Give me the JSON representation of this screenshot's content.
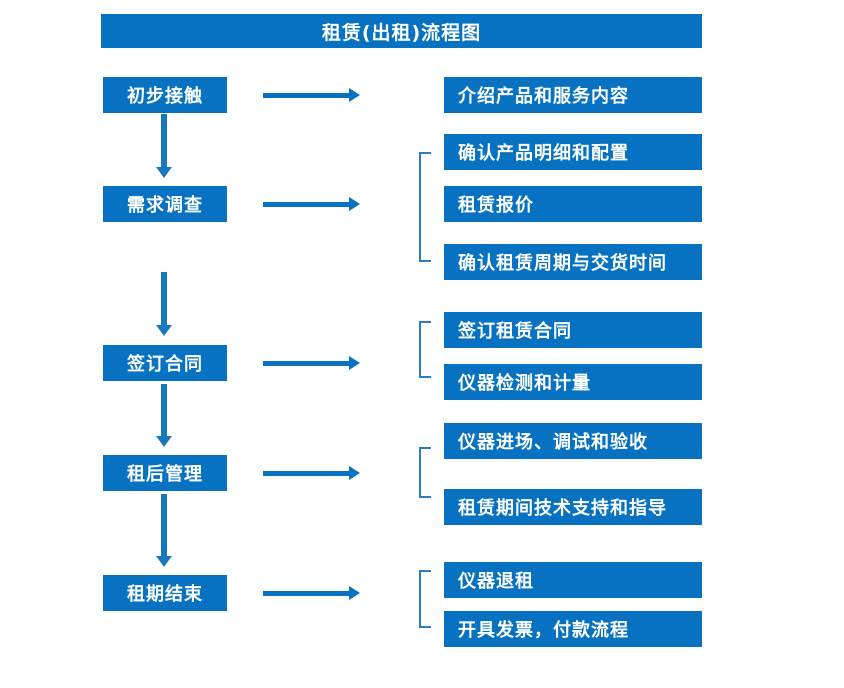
{
  "diagram": {
    "title": "租赁(出租)流程图",
    "accent_color": "#0672C1",
    "bracket_color": "#2E7CC0",
    "arrow_color": "#1878BE",
    "stages": [
      {
        "id": "stage-1",
        "label": "初步接触"
      },
      {
        "id": "stage-2",
        "label": "需求调查"
      },
      {
        "id": "stage-3",
        "label": "签订合同"
      },
      {
        "id": "stage-4",
        "label": "租后管理"
      },
      {
        "id": "stage-5",
        "label": "租期结束"
      }
    ],
    "details": [
      {
        "id": "detail-1",
        "label": "介绍产品和服务内容"
      },
      {
        "id": "detail-2",
        "label": "确认产品明细和配置"
      },
      {
        "id": "detail-3",
        "label": "租赁报价"
      },
      {
        "id": "detail-4",
        "label": "确认租赁周期与交货时间"
      },
      {
        "id": "detail-5",
        "label": "签订租赁合同"
      },
      {
        "id": "detail-6",
        "label": "仪器检测和计量"
      },
      {
        "id": "detail-7",
        "label": "仪器进场、调试和验收"
      },
      {
        "id": "detail-8",
        "label": "租赁期间技术支持和指导"
      },
      {
        "id": "detail-9",
        "label": "仪器退租"
      },
      {
        "id": "detail-10",
        "label": "开具发票，付款流程"
      }
    ]
  }
}
